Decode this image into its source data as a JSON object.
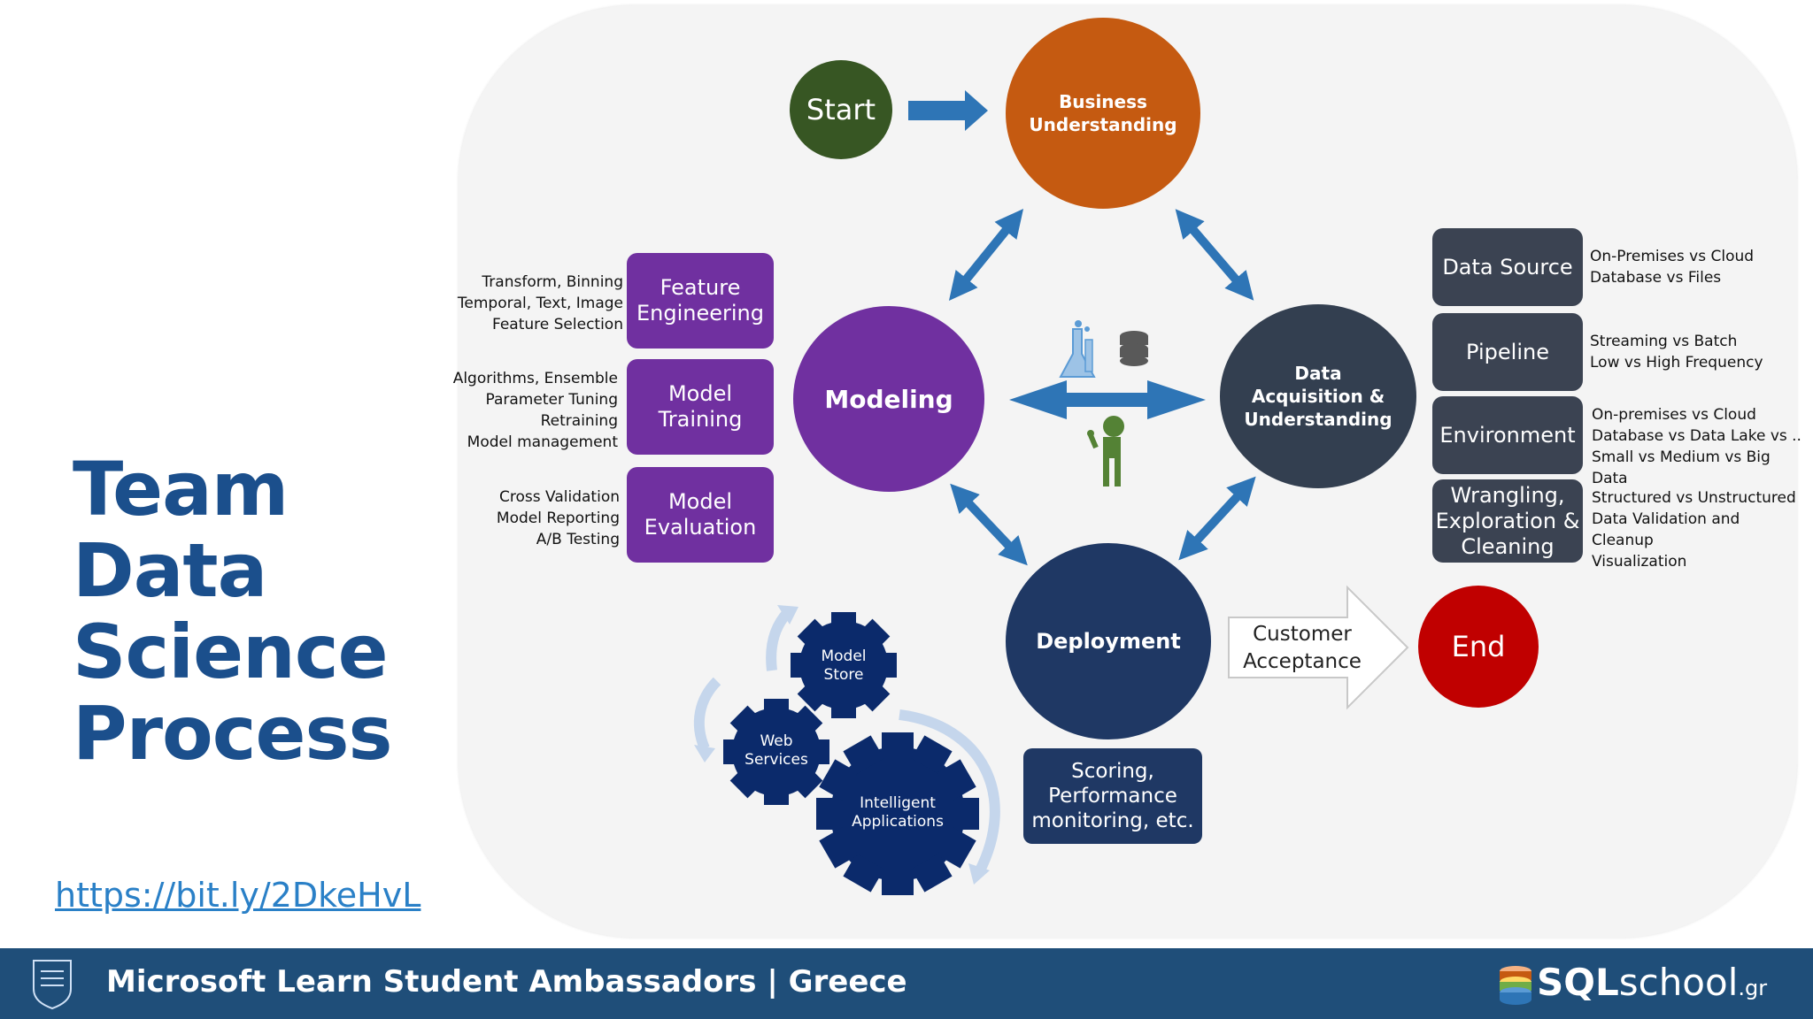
{
  "title": {
    "line1": "Team",
    "line2": "Data",
    "line3": "Science",
    "line4": "Process"
  },
  "link": "https://bit.ly/2DkeHvL",
  "footer": {
    "text": "Microsoft Learn Student Ambassadors | Greece",
    "logo_sql": "SQL",
    "logo_school": "school",
    "logo_gr": ".gr"
  },
  "nodes": {
    "start": "Start",
    "business": "Business\nUnderstanding",
    "modeling": "Modeling",
    "data_acq": "Data\nAcquisition &\nUnderstanding",
    "deployment": "Deployment",
    "end": "End",
    "customer_acceptance": "Customer\nAcceptance",
    "scoring": "Scoring,\nPerformance\nmonitoring, etc."
  },
  "modeling_steps": [
    {
      "label": "Feature\nEngineering",
      "note": "Transform, Binning\nTemporal, Text, Image\nFeature Selection"
    },
    {
      "label": "Model\nTraining",
      "note": "Algorithms, Ensemble\nParameter Tuning\nRetraining\nModel management"
    },
    {
      "label": "Model\nEvaluation",
      "note": "Cross Validation\nModel Reporting\nA/B Testing"
    }
  ],
  "data_steps": [
    {
      "label": "Data Source",
      "note": "On-Premises vs Cloud\nDatabase vs Files"
    },
    {
      "label": "Pipeline",
      "note": "Streaming vs Batch\nLow vs High Frequency"
    },
    {
      "label": "Environment",
      "note": "On-premises vs Cloud\nDatabase vs Data Lake  vs ..\nSmall vs Medium vs Big Data"
    },
    {
      "label": "Wrangling,\nExploration &\nCleaning",
      "note": "Structured vs Unstructured\nData Validation and Cleanup\nVisualization"
    }
  ],
  "gears": {
    "model_store": "Model\nStore",
    "web_services": "Web\nServices",
    "intelligent_apps": "Intelligent\nApplications"
  },
  "colors": {
    "title": "#1b4f8c",
    "start": "#375623",
    "business": "#c55a11",
    "modeling": "#7030a0",
    "data_acq": "#333f50",
    "deployment": "#1f3864",
    "end": "#c00000",
    "arrow": "#2e75b6",
    "footer": "#1f4e79",
    "gear": "#0b2a6b"
  }
}
